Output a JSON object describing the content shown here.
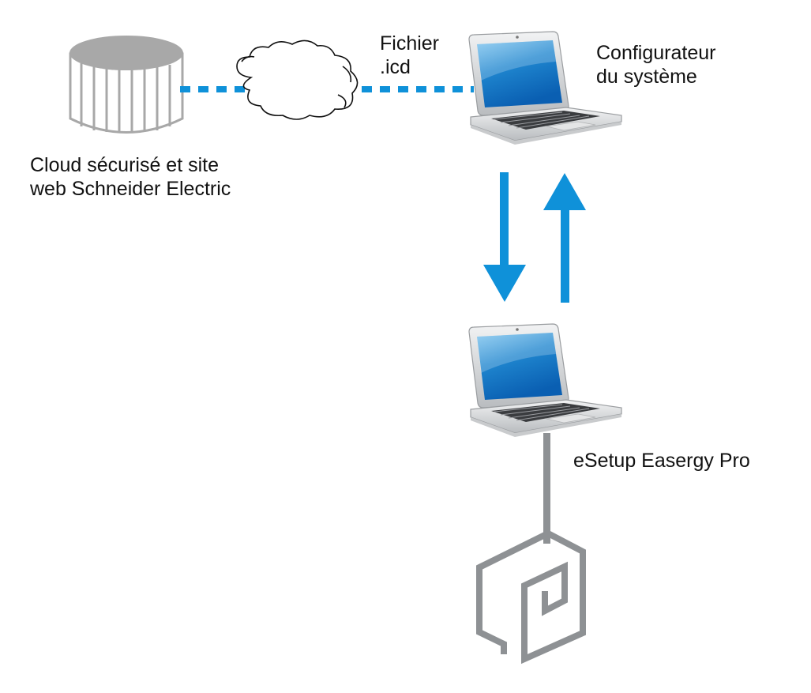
{
  "diagram": {
    "nodes": {
      "cloud_db": {
        "label_line1": "Cloud sécurisé et site",
        "label_line2": "web Schneider Electric",
        "icon": "database-icon"
      },
      "internet": {
        "icon": "cloud-icon"
      },
      "file": {
        "label_line1": "Fichier",
        "label_line2": ".icd"
      },
      "configurator": {
        "label_line1": "Configurateur",
        "label_line2": "du système",
        "icon": "laptop-icon"
      },
      "esetup": {
        "label": "eSetup Easergy Pro",
        "icon": "laptop-icon"
      },
      "relay": {
        "icon": "easergy-device-icon"
      }
    },
    "connections": [
      {
        "from": "cloud_db",
        "to": "configurator",
        "style": "dashed",
        "via": "internet"
      },
      {
        "from": "configurator",
        "to": "esetup",
        "style": "arrow-down"
      },
      {
        "from": "esetup",
        "to": "configurator",
        "style": "arrow-up"
      },
      {
        "from": "esetup",
        "to": "relay",
        "style": "solid"
      }
    ],
    "colors": {
      "accent_blue": "#0f91d9",
      "gray": "#8e9194",
      "db_gray": "#a8a8a8"
    }
  }
}
